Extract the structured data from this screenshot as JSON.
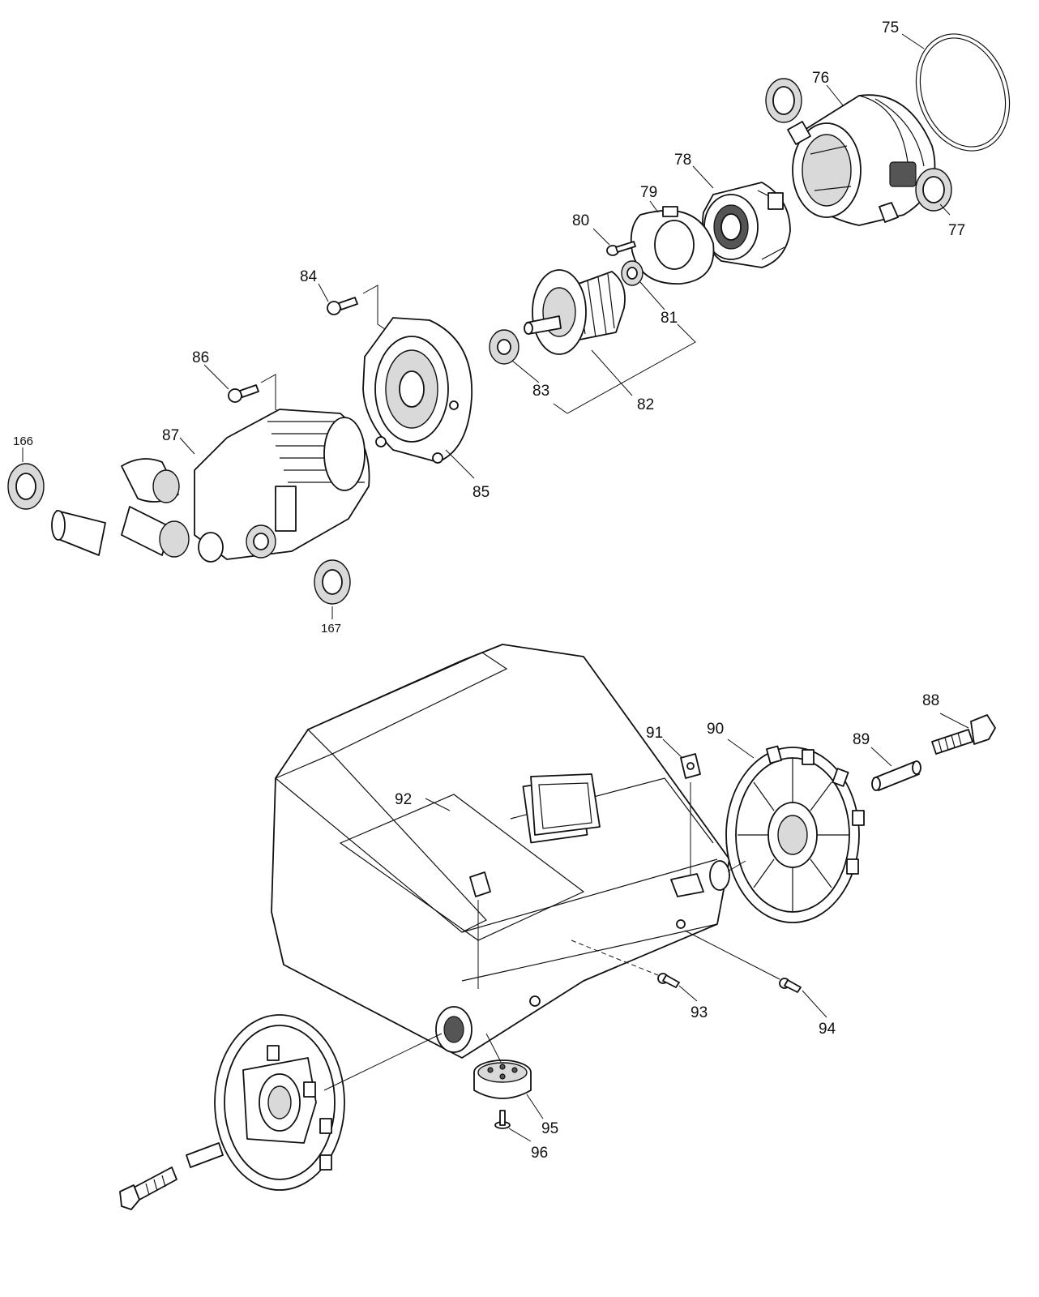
{
  "parts": {
    "p75": "75",
    "p76": "76",
    "p77": "77",
    "p78": "78",
    "p79": "79",
    "p80": "80",
    "p81": "81",
    "p82": "82",
    "p83": "83",
    "p84": "84",
    "p85": "85",
    "p86": "86",
    "p87": "87",
    "p88": "88",
    "p89": "89",
    "p90": "90",
    "p91": "91",
    "p92": "92",
    "p93": "93",
    "p94": "94",
    "p95": "95",
    "p96": "96",
    "p166": "166",
    "p167": "167"
  }
}
